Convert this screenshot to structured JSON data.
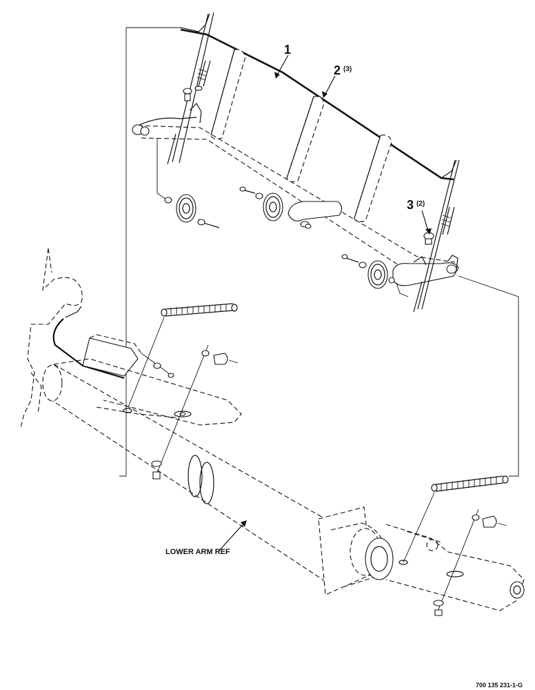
{
  "callouts": [
    {
      "number": "1",
      "qty": ""
    },
    {
      "number": "2",
      "qty": "(3)"
    },
    {
      "number": "3",
      "qty": "(2)"
    }
  ],
  "reference_label": "LOWER ARM REF",
  "drawing_number": "700 135 231-1-G"
}
